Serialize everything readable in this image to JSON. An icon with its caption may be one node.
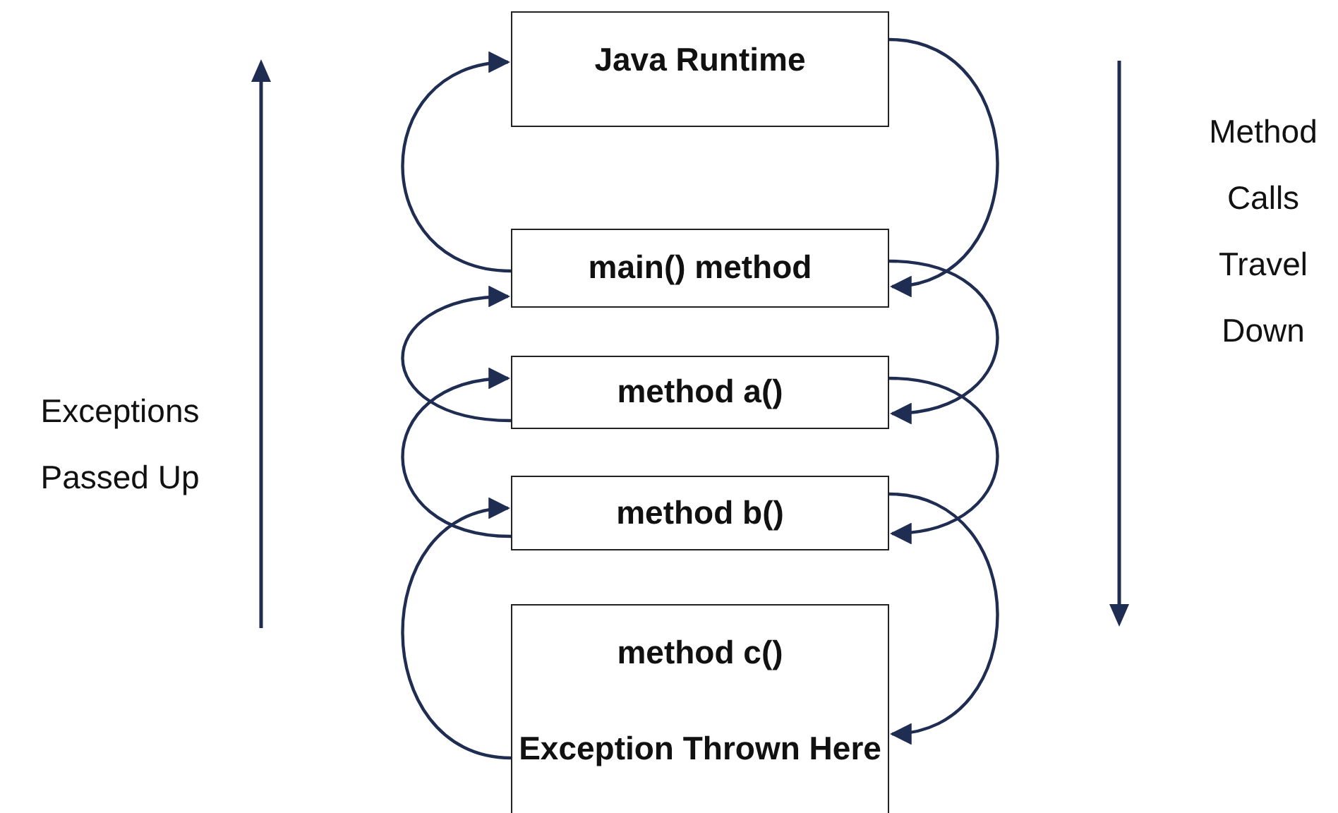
{
  "diagram": {
    "nodes": [
      {
        "text": [
          "Java Runtime"
        ]
      },
      {
        "text": [
          "main() method"
        ]
      },
      {
        "text": [
          "method a()"
        ]
      },
      {
        "text": [
          "method b()"
        ]
      },
      {
        "text": [
          "method c()",
          "Exception Thrown Here"
        ]
      }
    ],
    "edges": [
      {
        "from": 0,
        "to": 1,
        "arrow": "to"
      },
      {
        "from": 1,
        "to": 2,
        "arrow": "to"
      },
      {
        "from": 2,
        "to": 3,
        "arrow": "to"
      },
      {
        "from": 3,
        "to": 4,
        "arrow": "to"
      },
      {
        "from": 4,
        "to": 3,
        "arrow": "to"
      },
      {
        "from": 3,
        "to": 2,
        "arrow": "to"
      },
      {
        "from": 2,
        "to": 1,
        "arrow": "to"
      },
      {
        "from": 1,
        "to": 0,
        "arrow": "to"
      }
    ],
    "labels": [
      "Method Calls Travel Down",
      "Exceptions Passed Up"
    ]
  }
}
